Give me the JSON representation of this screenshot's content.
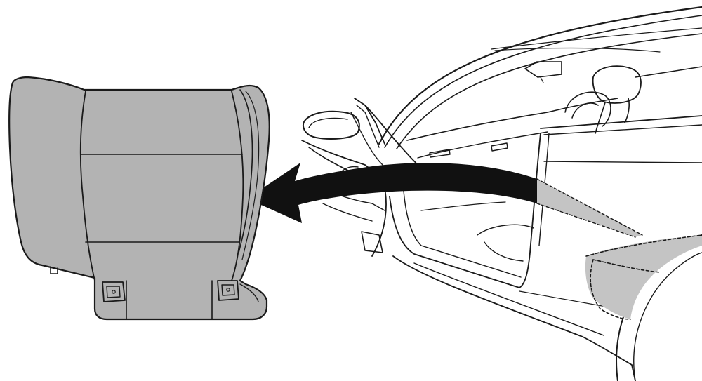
{
  "diagram": {
    "kind": "seat-backrest-removal-illustration",
    "colors": {
      "line": "#1a1a1a",
      "part_fill": "#b3b3b3",
      "highlight_fill": "#c4c4c4",
      "arrow": "#111111",
      "background": "#ffffff"
    },
    "parts": {
      "seat_backrest": {
        "icon": "seat-backrest"
      },
      "vehicle": {
        "icon": "car-side-open-door"
      },
      "removal_arrow": {
        "icon": "curved-arrow-left"
      },
      "location_callout": {
        "icon": "dashed-callout"
      }
    }
  }
}
